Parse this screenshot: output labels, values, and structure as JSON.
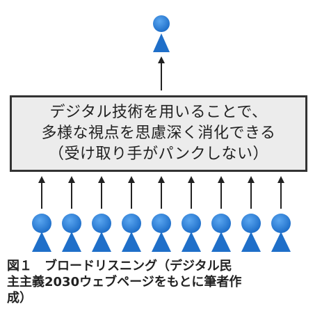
{
  "box": {
    "line1": "デジタル技術を用いることで、",
    "line2": "多様な視点を思慮深く消化できる",
    "line3": "（受け取り手がパンクしない）"
  },
  "caption": {
    "line1": "図１　ブロードリスニング（デジタル民",
    "line2": "主主義2030ウェブページをもとに筆者作",
    "line3": "成）"
  },
  "colors": {
    "person": "#1f6fc9",
    "arrow": "#222222",
    "box_fill": "#ececec",
    "box_border": "#333333"
  },
  "icons": {
    "top": "person-icon",
    "bottom": "person-icon",
    "arrow": "arrow-up-icon"
  },
  "bottom_person_count": 9
}
